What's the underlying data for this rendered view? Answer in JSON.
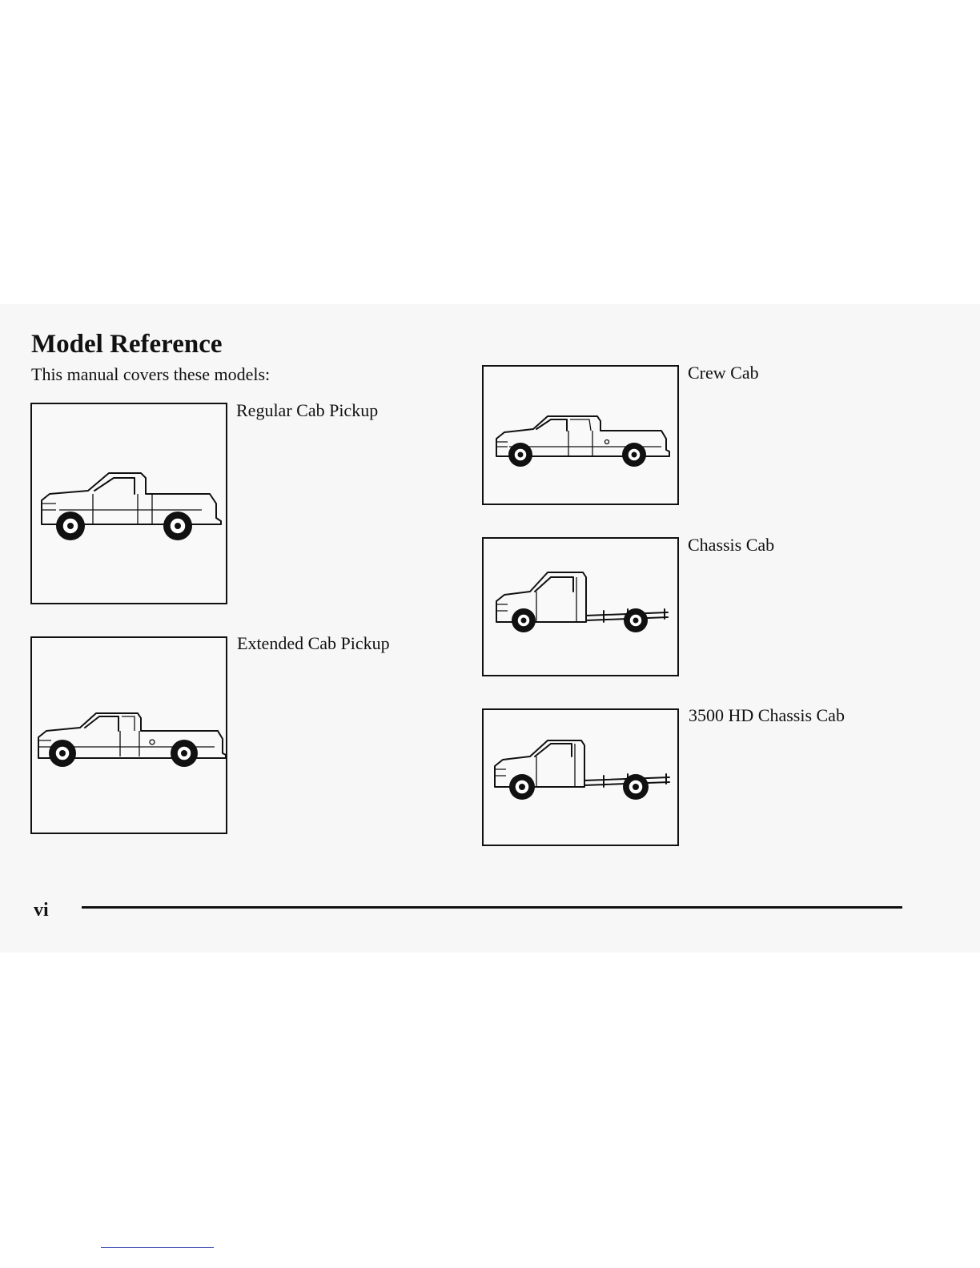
{
  "page": {
    "title": "Model Reference",
    "intro": "This manual covers these models:",
    "page_number": "vi"
  },
  "models": [
    {
      "label": "Regular Cab Pickup",
      "image": "regular-cab-pickup-illustration"
    },
    {
      "label": "Extended Cab Pickup",
      "image": "extended-cab-pickup-illustration"
    },
    {
      "label": "Crew Cab",
      "image": "crew-cab-illustration"
    },
    {
      "label": "Chassis Cab",
      "image": "chassis-cab-illustration"
    },
    {
      "label": "3500 HD Chassis Cab",
      "image": "3500-hd-chassis-cab-illustration"
    }
  ]
}
